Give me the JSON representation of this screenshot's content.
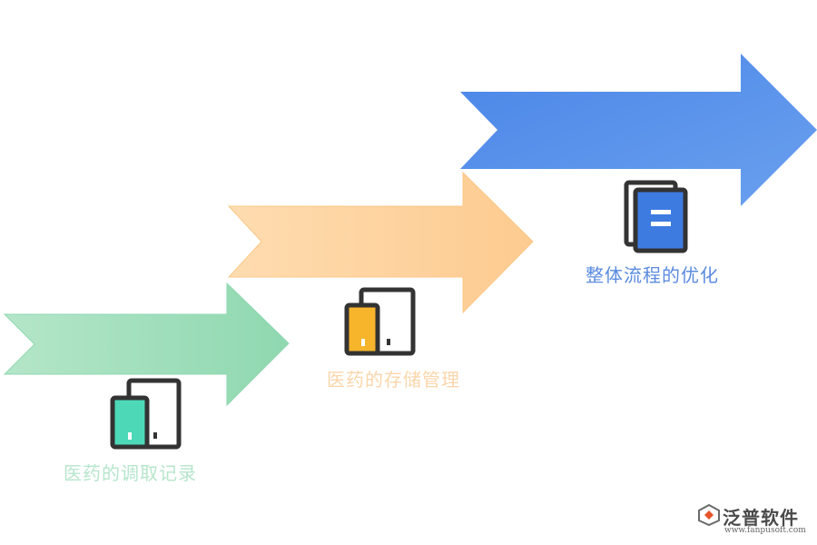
{
  "steps": [
    {
      "label": "医药的调取记录",
      "color": "#a8e0c0",
      "text_color": "#b6e6cc",
      "icon": "mobile-tablet-icon",
      "icon_accent": "#4dd9b8"
    },
    {
      "label": "医药的存储管理",
      "color": "#fdd3a0",
      "text_color": "#fbd6ab",
      "icon": "mobile-tablet-icon",
      "icon_accent": "#f7b52c"
    },
    {
      "label": "整体流程的优化",
      "color": "#5b8fe6",
      "text_color": "#5b8be0",
      "icon": "document-stack-icon",
      "icon_accent": "#3d7be0"
    }
  ],
  "logo": {
    "name": "泛普软件",
    "url": "www.fanpusoft.com"
  }
}
